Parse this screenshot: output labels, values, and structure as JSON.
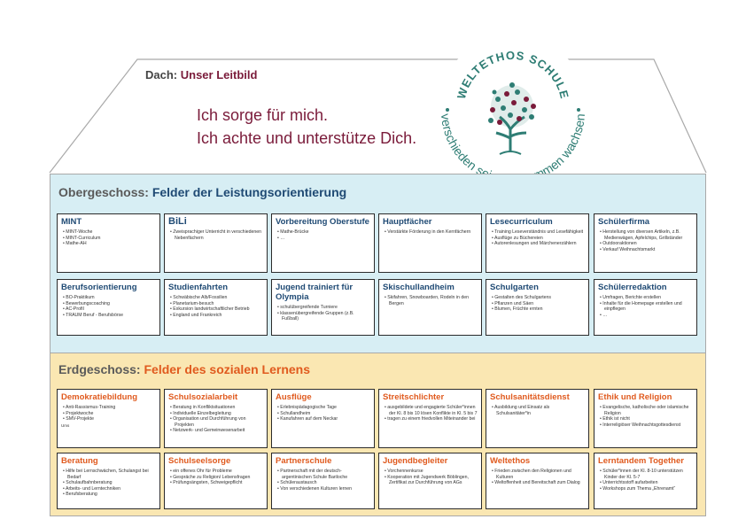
{
  "roof": {
    "label": "Dach:",
    "title": "Unser Leitbild",
    "motto_line1": "Ich sorge für mich.",
    "motto_line2": "Ich achte und unterstütze Dich."
  },
  "logo": {
    "title": "WELTETHOS SCHULE",
    "tagline": "verschieden sein – zusammen wachsen"
  },
  "upper": {
    "label": "Obergeschoss:",
    "title": "Felder der Leistungsorientierung",
    "cards": [
      {
        "title": "MINT",
        "items": [
          "MINT-Woche",
          "MINT-Curriculum",
          "Mathe-AH"
        ]
      },
      {
        "title": "BiLi",
        "items": [
          "Zweisprachiger Unterricht in verschiedenen Nebenfächern"
        ]
      },
      {
        "title": "Vorbereitung Oberstufe",
        "items": [
          "Mathe-Brücke",
          "…"
        ]
      },
      {
        "title": "Hauptfächer",
        "items": [
          "Verstärkte Förderung in den Kernfächern"
        ]
      },
      {
        "title": "Lesecurriculum",
        "items": [
          "Training Leseverständnis und Lesefähigkeit",
          "Ausflüge zu Büchereien",
          "Autorenlesungen und Märchenerzählern"
        ]
      },
      {
        "title": "Schülerfirma",
        "items": [
          "Herstellung von diversen Artikeln, z.B. Medienwägen, Apfelchips, Grillständer",
          "Outdooraktionen",
          "Verkauf Weihnachtsmarkt"
        ]
      },
      {
        "title": "Berufsorientierung",
        "items": [
          "BO-Praktikum",
          "Bewerbungscoaching",
          "AC-Profil",
          "TRAUM Beruf - Berufsbörse"
        ]
      },
      {
        "title": "Studienfahrten",
        "items": [
          "Schwäbische Alb/Fossilien",
          "Planetarium-besuch",
          "Exkursion landwirtschaftlicher Betrieb",
          "England und Frankreich"
        ]
      },
      {
        "title": "Jugend trainiert für Olympia",
        "items": [
          "schulübergreifende Turniere",
          "klassenübergreifende Gruppen (z.B. Fußball)"
        ]
      },
      {
        "title": "Skischullandheim",
        "items": [
          "Skifahren, Snowboarden, Rodeln in den Bergen"
        ]
      },
      {
        "title": "Schulgarten",
        "items": [
          "Gestalten des Schulgartens",
          "Pflanzen und Säen",
          "Blumen, Früchte ernten"
        ]
      },
      {
        "title": "Schülerredaktion",
        "items": [
          "Umfragen, Berichte erstellen",
          "Inhalte für die Homepage erstellen und einpflegen",
          "…"
        ]
      }
    ]
  },
  "ground": {
    "label": "Erdgeschoss:",
    "title": "Felder des sozialen Lernens",
    "cards": [
      {
        "title": "Demokratiebildung",
        "items": [
          "Anti-Rassismus-Training",
          "Projektwoche",
          "SMV-Projekte"
        ],
        "note": "Ums"
      },
      {
        "title": "Schulsozialarbeit",
        "items": [
          "Beratung in Konfliktsituationen",
          "Individuelle Einzelbegleitung",
          "Organisation und Durchführung von Projekten",
          "Netzwerk- und Gemeinwesenarbeit"
        ],
        "note": ""
      },
      {
        "title": "Ausflüge",
        "items": [
          "Erlebnispädagogische Tage",
          "Schullandheim",
          "Kanufahren auf dem Neckar"
        ],
        "note": ""
      },
      {
        "title": "Streitschlichter",
        "items": [
          "ausgebildete und engagierte Schüler*innen der Kl. 8 bis 10 lösen Konflikte in Kl. 5 bis 7",
          "tragen zu einem friedvollen Miteinander bei"
        ],
        "note": ""
      },
      {
        "title": "Schulsanitätsdienst",
        "items": [
          "Ausbildung und Einsatz als Schulsanitäter*in"
        ],
        "note": ""
      },
      {
        "title": "Ethik und Religion",
        "items": [
          "Evangelische, katholische oder islamische Religion",
          "Ethik ist nicht",
          "Interreligiöser Weihnachtsgottesdienst"
        ],
        "note": ""
      },
      {
        "title": "Beratung",
        "items": [
          "Hilfe bei Lernschwächen, Schulangst bei Bedarf",
          "Schulaufbahnberatung",
          "Arbeits- und Lerntechniken",
          "Berufsberatung"
        ],
        "note": ""
      },
      {
        "title": "Schulseelsorge",
        "items": [
          "ein offenes Ohr für Probleme",
          "Gespräche zu Religion/ Lebensfragen",
          "Prüfungsängsten, Schweigepflicht"
        ],
        "note": ""
      },
      {
        "title": "Partnerschule",
        "items": [
          "Partnerschaft mit der deutsch-argentinischen Schule Bariloche",
          "Schüleraustausch",
          "Von verschiedenen Kulturen lernen"
        ],
        "note": ""
      },
      {
        "title": "Jugendbegleiter",
        "items": [
          "Vorchennenkurse",
          "Kooperation mit Jugendwerk Böblingen, Zertifikat zur Durchführung von AGs"
        ],
        "note": ""
      },
      {
        "title": "Weltethos",
        "items": [
          "Frieden zwischen den Religionen und Kulturen",
          "Weltoffenheit und Bereitschaft zum Dialog"
        ],
        "note": ""
      },
      {
        "title": "Lerntandem Together",
        "items": [
          "Schüler*innen der Kl. 8-10 unterstützen Kinder der Kl. 5-7",
          "Unterrichtsstoff aufarbeiten",
          "Workshops zum Thema „Ehrenamt“"
        ],
        "note": ""
      }
    ]
  },
  "colors": {
    "roof_accent": "#7a1b3a",
    "upper_bg": "#d7eef4",
    "upper_accent": "#1f4a74",
    "ground_bg": "#fae7b2",
    "ground_accent": "#e05a1e",
    "logo_teal": "#2e7d74"
  }
}
